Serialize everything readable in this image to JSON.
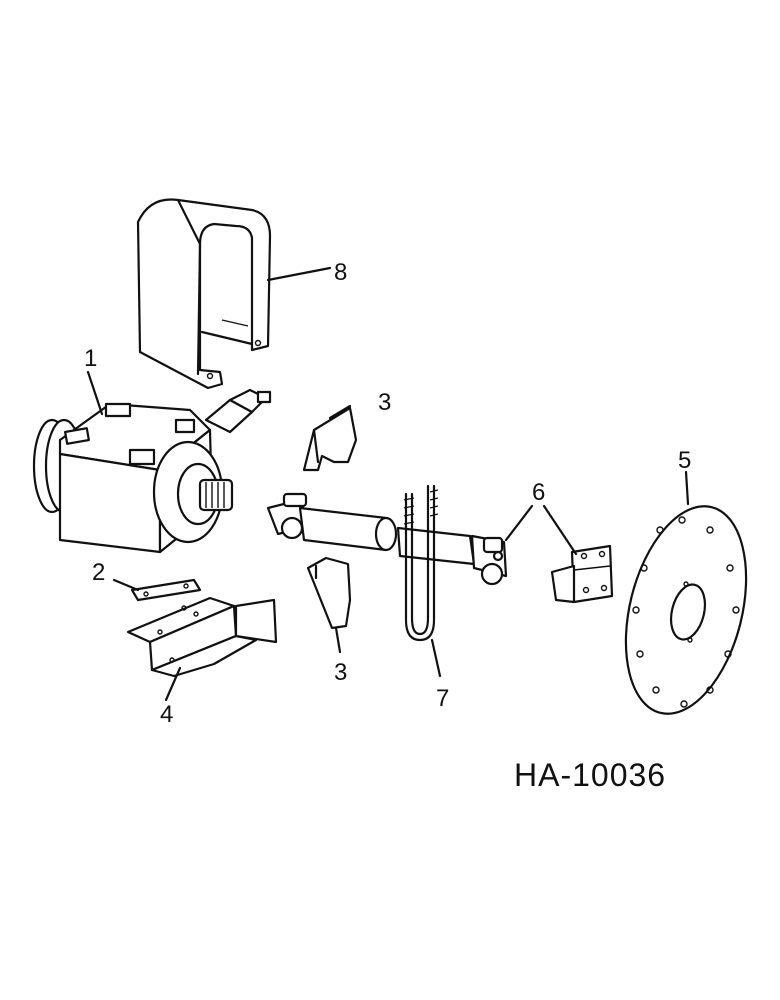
{
  "callouts": {
    "c1": "1",
    "c2": "2",
    "c3a": "3",
    "c3b": "3",
    "c4": "4",
    "c5": "5",
    "c6": "6",
    "c7": "7",
    "c8": "8"
  },
  "figure_id": "HA-10036"
}
